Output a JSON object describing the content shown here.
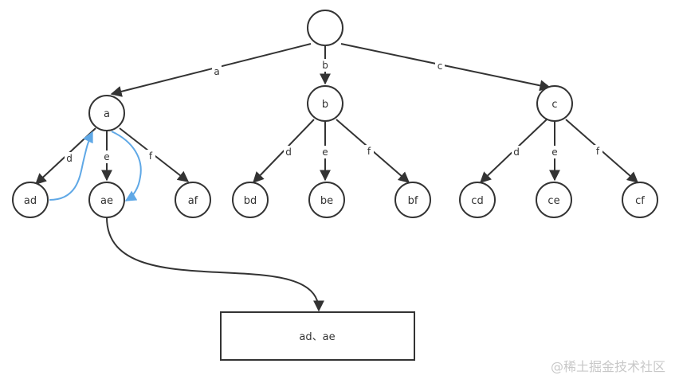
{
  "nodes": {
    "root": "",
    "a": "a",
    "b": "b",
    "c": "c",
    "ad": "ad",
    "ae": "ae",
    "af": "af",
    "bd": "bd",
    "be": "be",
    "bf": "bf",
    "cd": "cd",
    "ce": "ce",
    "cf": "cf"
  },
  "edges": {
    "root_a": "a",
    "root_b": "b",
    "root_c": "c",
    "a_ad": "d",
    "a_ae": "e",
    "a_af": "f",
    "b_bd": "d",
    "b_be": "e",
    "b_bf": "f",
    "c_cd": "d",
    "c_ce": "e",
    "c_cf": "f"
  },
  "result": {
    "text": "ad、ae"
  },
  "colors": {
    "stroke": "#333333",
    "highlight": "#5fa8e6",
    "watermark": "#c8c8c8"
  },
  "watermark": {
    "text": "@稀土掘金技术社区"
  }
}
